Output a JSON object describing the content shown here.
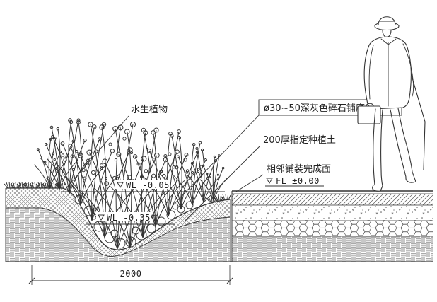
{
  "diagram": {
    "labels": {
      "aquatic_plants": "水生植物",
      "gravel_bed": "ø30~50深灰色碎石铺底",
      "planting_soil": "200厚指定种植土",
      "adjacent_paving": "相邻铺装完成面"
    },
    "levels": {
      "water_high": "WL -0.05",
      "water_low": "WL -0.35",
      "floor": "FL ±0.00"
    },
    "dimension": {
      "swale_width": "2000"
    },
    "colors": {
      "line": "#333333",
      "background": "#ffffff"
    }
  }
}
